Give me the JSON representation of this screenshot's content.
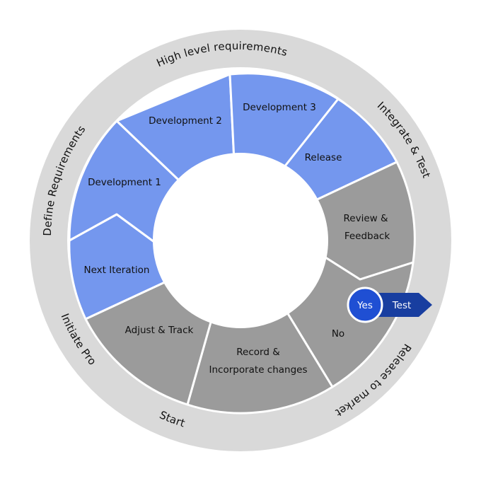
{
  "colors": {
    "outer_ring": "#d9d9d9",
    "blue_segment": "#7497ee",
    "gray_segment": "#9b9b9b",
    "divider": "#ffffff",
    "yes_circle": "#1f4fd3",
    "test_arrow": "#183ea0"
  },
  "ring_labels": {
    "top": "High level requirements",
    "upper_right": "Integrate & Test",
    "left": "Define  Requirements",
    "lower_left": "Initiate Pro",
    "bottom": "Start",
    "lower_right": "Release to market"
  },
  "segments": {
    "development_2": "Development 2",
    "development_3": "Development 3",
    "release": "Release",
    "review_line1": "Review &",
    "review_line2": "Feedback",
    "no": "No",
    "record_line1": "Record &",
    "record_line2": "Incorporate changes",
    "adjust_track": "Adjust & Track",
    "next_iteration": "Next Iteration",
    "development_1": "Development 1"
  },
  "decision": {
    "yes": "Yes",
    "test": "Test"
  }
}
